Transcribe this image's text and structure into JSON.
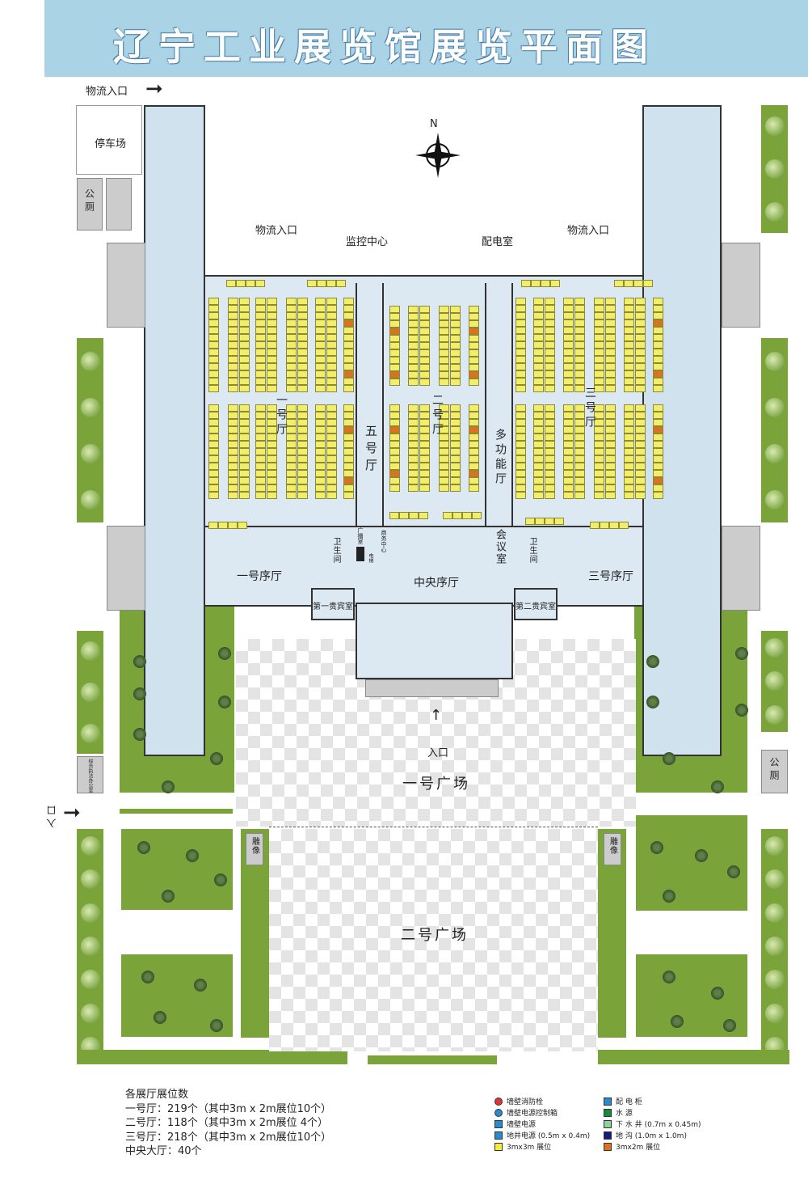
{
  "title": "辽宁工业展览馆展览平面图",
  "compass": "N",
  "labels": {
    "logistics_entrance": "物流入口",
    "monitor_center": "监控中心",
    "power_room": "配电室",
    "parking": "停车场",
    "toilet": "公厕",
    "law_office": "综合执法办公室",
    "hall1": "一号厅",
    "hall2": "二号厅",
    "hall3": "三号厅",
    "hall5": "五号厅",
    "multi_hall": "多功能厅",
    "lobby1": "一号序厅",
    "lobby_central": "中央序厅",
    "lobby3": "三号序厅",
    "vip1": "第一贵宾室",
    "vip2": "第二贵宾室",
    "restroom": "卫生间",
    "meeting": "会议室",
    "broadcast": "广播室",
    "service": "商务中心",
    "elevator": "电梯",
    "entrance": "入口",
    "plaza1": "一号广场",
    "plaza2": "二号广场",
    "statue": "雕像"
  },
  "stats": {
    "heading": "各展厅展位数",
    "rows": [
      "一号厅：219个（其中3m x 2m展位10个）",
      "二号厅：118个（其中3m x 2m展位 4个）",
      "三号厅：218个（其中3m x 2m展位10个）",
      "中央大厅：40个"
    ]
  },
  "legend": [
    {
      "icon": "fire-hydrant-icon",
      "label": "墙壁消防栓",
      "color": "#d33"
    },
    {
      "icon": "power-control-box-icon",
      "label": "墙壁电源控制箱",
      "color": "#2a8ad0"
    },
    {
      "icon": "wall-power-icon",
      "label": "墙壁电源",
      "color": "#2a8ad0"
    },
    {
      "icon": "floor-power-icon",
      "label": "地井电源 (0.5m x 0.4m)",
      "color": "#2a8ad0"
    },
    {
      "icon": "booth-3x3-icon",
      "label": "3mx3m 展位",
      "color": "#f3ee3a"
    },
    {
      "icon": "distribution-cabinet-icon",
      "label": "配 电 柜",
      "color": "#2a8ad0"
    },
    {
      "icon": "water-icon",
      "label": "水 源",
      "color": "#1a8a3a"
    },
    {
      "icon": "manhole-icon",
      "label": "下 水 井 (0.7m x 0.45m)",
      "color": "#8fd0a0"
    },
    {
      "icon": "trench-icon",
      "label": "地 沟 (1.0m x 1.0m)",
      "color": "#1a1a7a"
    },
    {
      "icon": "booth-3x2-icon",
      "label": "3mx2m 展位",
      "color": "#d9731f"
    }
  ]
}
